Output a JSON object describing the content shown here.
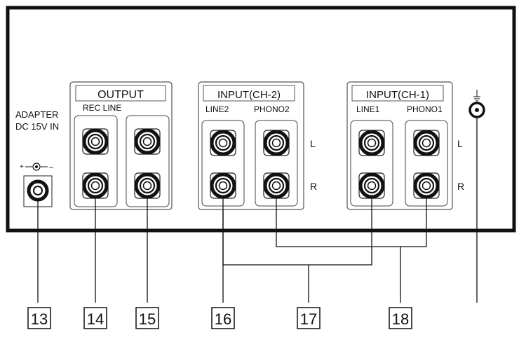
{
  "adapter": {
    "line1": "ADAPTER",
    "line2": "DC 15V IN",
    "polarity_plus": "+",
    "polarity_minus": "–"
  },
  "output": {
    "title": "OUTPUT",
    "sublabel": "REC LINE"
  },
  "input_ch2": {
    "title": "INPUT(CH-2)",
    "col1": "LINE2",
    "col2": "PHONO2"
  },
  "input_ch1": {
    "title": "INPUT(CH-1)",
    "col1": "LINE1",
    "col2": "PHONO1"
  },
  "channels": {
    "left": "L",
    "right": "R"
  },
  "ground_icon": "ground-terminal-icon",
  "callouts": [
    "13",
    "14",
    "15",
    "16",
    "17",
    "18"
  ]
}
